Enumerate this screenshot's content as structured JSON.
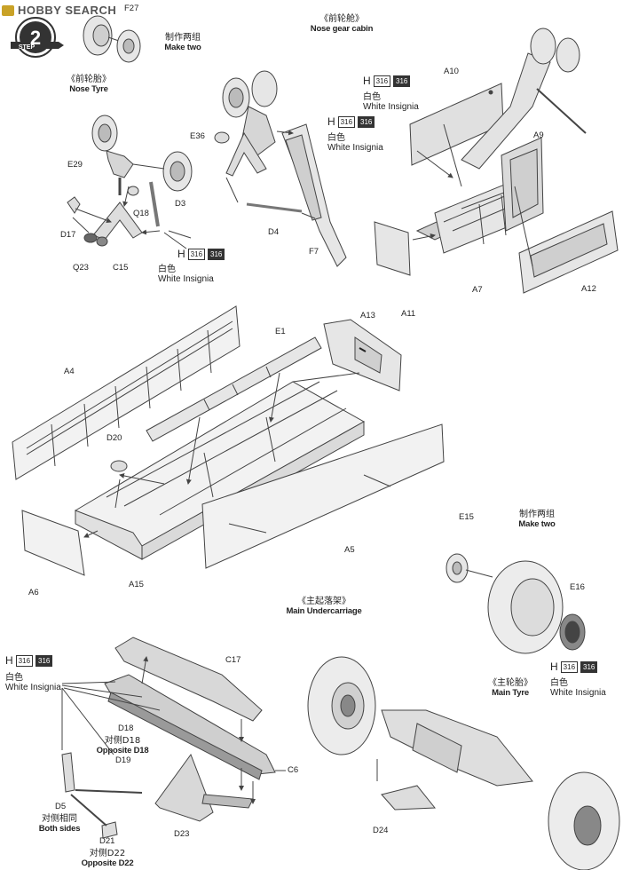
{
  "header": {
    "logo": "HOBBY SEARCH",
    "step_number": "2",
    "step_label": "STEP"
  },
  "colors": {
    "stroke": "#444444",
    "fill": "#e6e6e6",
    "dark": "#9a9a9a",
    "ink": "#222222",
    "badge": "#333333",
    "logo": "#c9a227"
  },
  "nose_tyre": {
    "cn": "《前轮胎》",
    "en": "Nose Tyre",
    "make_two_cn": "制作两组",
    "make_two_en": "Make two"
  },
  "nose_gear_cabin": {
    "cn": "《前轮舱》",
    "en": "Nose gear cabin"
  },
  "main_undercarriage": {
    "cn": "《主起落架》",
    "en": "Main Undercarriage"
  },
  "main_tyre": {
    "cn": "《主轮胎》",
    "en": "Main Tyre",
    "make_two_cn": "制作两组",
    "make_two_en": "Make two"
  },
  "paint": {
    "letter": "H",
    "code": "316",
    "cn": "白色",
    "en": "White Insignia"
  },
  "notes": {
    "opposite_d18_cn": "对侧D18",
    "opposite_d18_en": "Opposite D18",
    "both_sides_cn": "对侧相同",
    "both_sides_en": "Both sides",
    "opposite_d22_cn": "对侧D22",
    "opposite_d22_en": "Opposite D22"
  },
  "parts": {
    "f27": "F27",
    "e36": "E36",
    "e29": "E29",
    "q18": "Q18",
    "d3": "D3",
    "d17": "D17",
    "q23": "Q23",
    "c15": "C15",
    "d4": "D4",
    "f7": "F7",
    "a10": "A10",
    "a9": "A9",
    "a11": "A11",
    "a7": "A7",
    "a12": "A12",
    "a13": "A13",
    "e1": "E1",
    "a4": "A4",
    "d20": "D20",
    "a6": "A6",
    "a15": "A15",
    "a5": "A5",
    "e15": "E15",
    "e16": "E16",
    "c17": "C17",
    "d18": "D18",
    "d19": "D19",
    "c6": "C6",
    "d5": "D5",
    "d21": "D21",
    "d23": "D23",
    "d24": "D24"
  }
}
